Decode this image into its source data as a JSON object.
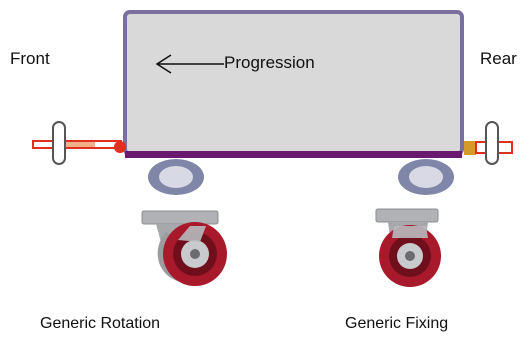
{
  "labels": {
    "front": "Front",
    "rear": "Rear",
    "progression": "Progression",
    "rotation": "Generic Rotation",
    "fixing": "Generic Fixing"
  },
  "colors": {
    "cart_fill": "#d9d9d9",
    "cart_border": "#7a6f9e",
    "chassis_bar": "#6a1a6e",
    "wheel_body": "#7f86a8",
    "wheel_hub": "#d8d9e4",
    "caster_tire": "#a8192b",
    "caster_metal": "#a6a8ac",
    "front_handle": "#e03020",
    "rear_block": "#d49a2a"
  },
  "icons": {
    "arrow": "left-arrow-icon",
    "front_handle": "front-tow-handle-icon",
    "rear_handle": "rear-tow-handle-icon",
    "rotation_caster": "swivel-caster-icon",
    "fixing_caster": "fixed-caster-icon"
  }
}
